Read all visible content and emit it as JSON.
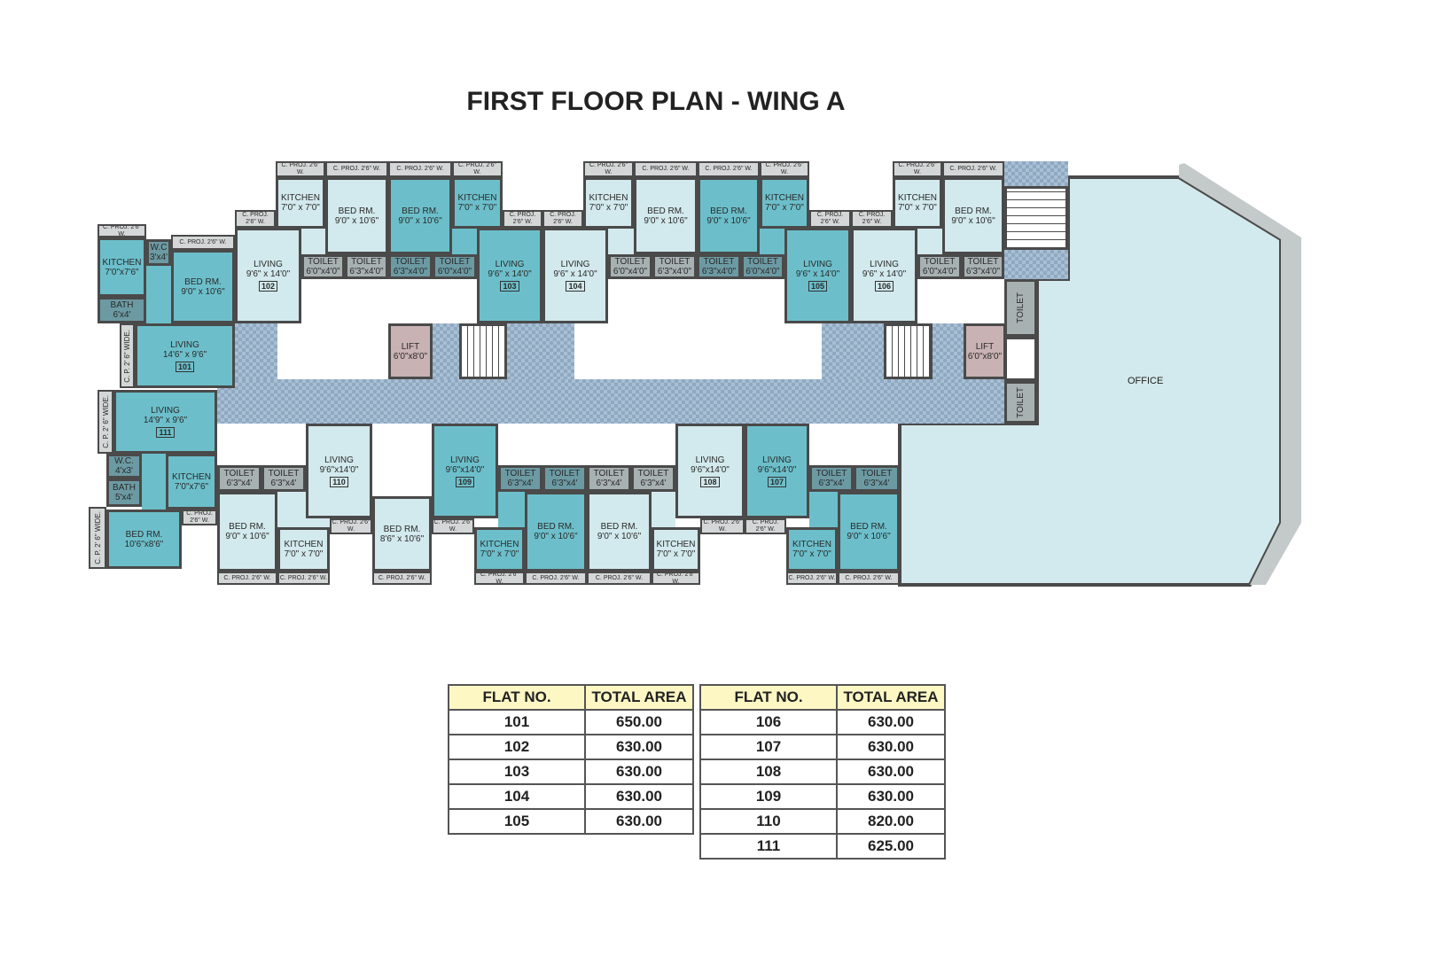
{
  "title": "FIRST FLOOR PLAN - WING A",
  "office_label": "OFFICE",
  "rooms": [
    {
      "label": "C. PROJ. 2'6\" W."
    },
    {
      "label": "KITCHEN",
      "size": "7'0\"x7'6\""
    },
    {
      "label": "W.C",
      "size": "3'x4'"
    },
    {
      "label": "C. PROJ. 2'6\" W."
    },
    {
      "label": "BED RM.",
      "size": "9'0\" x 10'6\""
    },
    {
      "label": "BATH",
      "size": "6'x4'"
    },
    {
      "label": "C. P. 2' 6\" WIDE."
    },
    {
      "label": "LIVING",
      "size": "14'6\" x 9'6\"",
      "flat": "101"
    },
    {
      "label": "C. P. 2' 6\" WIDE."
    },
    {
      "label": "LIVING",
      "size": "14'9\" x 9'6\"",
      "flat": "111"
    },
    {
      "label": "W.C.",
      "size": "4'x3'"
    },
    {
      "label": "BATH",
      "size": "5'x4'"
    },
    {
      "label": "KITCHEN",
      "size": "7'0\"x7'6\""
    },
    {
      "label": "C. PROJ. 2'6\" W."
    },
    {
      "label": "C. P. 2' 6\" WIDE."
    },
    {
      "label": "BED RM.",
      "size": "10'6\"x8'6\""
    },
    {
      "label": "C. PROJ. 2'6\" W."
    },
    {
      "label": "C. PROJ. 2'6\" W."
    },
    {
      "label": "C. PROJ. 2'6\" W."
    },
    {
      "label": "C. PROJ. 2'6\" W."
    },
    {
      "label": "C. PROJ. 2'6\" W."
    },
    {
      "label": "C. PROJ. 2'6\" W."
    },
    {
      "label": "KITCHEN",
      "size": "7'0\" x 7'0\""
    },
    {
      "label": "BED RM.",
      "size": "9'0\" x 10'6\""
    },
    {
      "label": "BED RM.",
      "size": "9'0\" x 10'6\""
    },
    {
      "label": "KITCHEN",
      "size": "7'0\" x 7'0\""
    },
    {
      "label": "LIVING",
      "size": "9'6\" x 14'0\"",
      "flat": "102"
    },
    {
      "label": "TOILET",
      "size": "6'0\"x4'0\""
    },
    {
      "label": "TOILET",
      "size": "6'3\"x4'0\""
    },
    {
      "label": "TOILET",
      "size": "6'3\"x4'0\""
    },
    {
      "label": "TOILET",
      "size": "6'0\"x4'0\""
    },
    {
      "label": "LIVING",
      "size": "9'6\" x 14'0\"",
      "flat": "103"
    },
    {
      "label": "C. PROJ. 2'6\" W."
    },
    {
      "label": "C. PROJ. 2'6\" W."
    },
    {
      "label": "C. PROJ. 2'6\" W."
    },
    {
      "label": "C. PROJ. 2'6\" W."
    },
    {
      "label": "C. PROJ. 2'6\" W."
    },
    {
      "label": "C. PROJ. 2'6\" W."
    },
    {
      "label": "KITCHEN",
      "size": "7'0\" x 7'0\""
    },
    {
      "label": "BED RM.",
      "size": "9'0\" x 10'6\""
    },
    {
      "label": "BED RM.",
      "size": "9'0\" x 10'6\""
    },
    {
      "label": "KITCHEN",
      "size": "7'0\" x 7'0\""
    },
    {
      "label": "LIVING",
      "size": "9'6\" x 14'0\"",
      "flat": "104"
    },
    {
      "label": "TOILET",
      "size": "6'0\"x4'0\""
    },
    {
      "label": "TOILET",
      "size": "6'3\"x4'0\""
    },
    {
      "label": "TOILET",
      "size": "6'3\"x4'0\""
    },
    {
      "label": "TOILET",
      "size": "6'0\"x4'0\""
    },
    {
      "label": "LIVING",
      "size": "9'6\" x 14'0\"",
      "flat": "105"
    },
    {
      "label": "C. PROJ. 2'6\" W."
    },
    {
      "label": "C. PROJ. 2'6\" W."
    },
    {
      "label": "C. PROJ. 2'6\" W."
    },
    {
      "label": "KITCHEN",
      "size": "7'0\" x 7'0\""
    },
    {
      "label": "BED RM.",
      "size": "9'0\" x 10'6\""
    },
    {
      "label": "LIVING",
      "size": "9'6\" x 14'0\"",
      "flat": "106"
    },
    {
      "label": "TOILET",
      "size": "6'0\"x4'0\""
    },
    {
      "label": "TOILET",
      "size": "6'3\"x4'0\""
    },
    {
      "label": "LIFT",
      "size": "6'0\"x8'0\""
    },
    {
      "label": "LIFT",
      "size": "6'0\"x8'0\""
    },
    {
      "label": "TOILET"
    },
    {
      "label": "TOILET"
    },
    {
      "label": "TOILET",
      "size": "6'3\"x4'"
    },
    {
      "label": "TOILET",
      "size": "6'3\"x4'"
    },
    {
      "label": "LIVING",
      "size": "9'6\"x14'0\"",
      "flat": "110"
    },
    {
      "label": "BED RM.",
      "size": "9'0\" x 10'6\""
    },
    {
      "label": "KITCHEN",
      "size": "7'0\" x 7'0\""
    },
    {
      "label": "C. PROJ. 2'6\" W."
    },
    {
      "label": "BED RM.",
      "size": "8'6\" x 10'6\""
    },
    {
      "label": "C. PROJ. 2'6\" W."
    },
    {
      "label": "C. PROJ. 2'6\" W."
    },
    {
      "label": "C. PROJ. 2'6\" W."
    },
    {
      "label": "LIVING",
      "size": "9'6\"x14'0\"",
      "flat": "109"
    },
    {
      "label": "C. PROJ. 2'6\" W."
    },
    {
      "label": "TOILET",
      "size": "6'3\"x4'"
    },
    {
      "label": "TOILET",
      "size": "6'3\"x4'"
    },
    {
      "label": "KITCHEN",
      "size": "7'0\" x 7'0\""
    },
    {
      "label": "BED RM.",
      "size": "9'0\" x 10'6\""
    },
    {
      "label": "C. PROJ. 2'6\" W."
    },
    {
      "label": "C. PROJ. 2'6\" W."
    },
    {
      "label": "TOILET",
      "size": "6'3\"x4'"
    },
    {
      "label": "TOILET",
      "size": "6'3\"x4'"
    },
    {
      "label": "LIVING",
      "size": "9'6\"x14'0\"",
      "flat": "108"
    },
    {
      "label": "BED RM.",
      "size": "9'0\" x 10'6\""
    },
    {
      "label": "KITCHEN",
      "size": "7'0\" x 7'0\""
    },
    {
      "label": "C. PROJ. 2'6\" W."
    },
    {
      "label": "C. PROJ. 2'6\" W."
    },
    {
      "label": "C. PROJ. 2'6\" W."
    },
    {
      "label": "LIVING",
      "size": "9'6\"x14'0\"",
      "flat": "107"
    },
    {
      "label": "C. PROJ. 2'6\" W."
    },
    {
      "label": "TOILET",
      "size": "6'3\"x4'"
    },
    {
      "label": "TOILET",
      "size": "6'3\"x4'"
    },
    {
      "label": "KITCHEN",
      "size": "7'0\" x 7'0\""
    },
    {
      "label": "BED RM.",
      "size": "9'0\" x 10'6\""
    },
    {
      "label": "C. PROJ. 2'6\" W."
    },
    {
      "label": "C. PROJ. 2'6\" W."
    }
  ],
  "area_tables": [
    {
      "headers": [
        "FLAT NO.",
        "TOTAL AREA"
      ],
      "rows": [
        [
          "101",
          "650.00"
        ],
        [
          "102",
          "630.00"
        ],
        [
          "103",
          "630.00"
        ],
        [
          "104",
          "630.00"
        ],
        [
          "105",
          "630.00"
        ]
      ]
    },
    {
      "headers": [
        "FLAT NO.",
        "TOTAL AREA"
      ],
      "rows": [
        [
          "106",
          "630.00"
        ],
        [
          "107",
          "630.00"
        ],
        [
          "108",
          "630.00"
        ],
        [
          "109",
          "630.00"
        ],
        [
          "110",
          "820.00"
        ],
        [
          "111",
          "625.00"
        ]
      ]
    }
  ]
}
